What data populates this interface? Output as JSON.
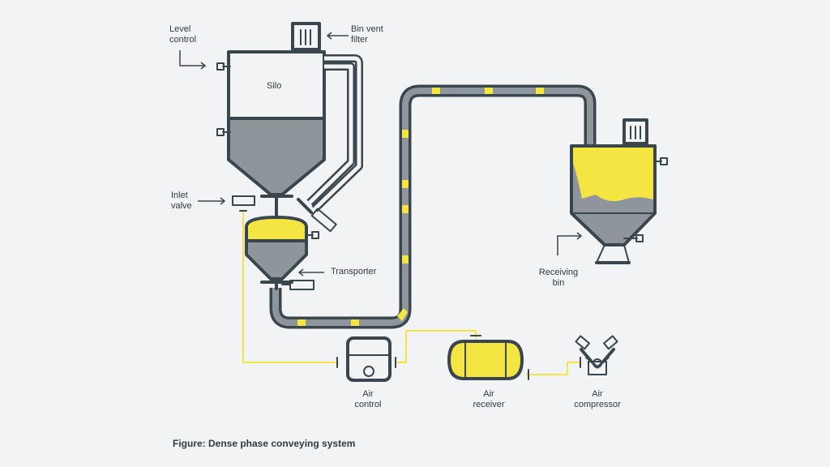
{
  "colors": {
    "background": "#f1f3f4",
    "outline": "#3a464d",
    "material": "#8f969b",
    "highlight": "#f4e542",
    "air_line": "#f4e542",
    "text": "#2f3b43"
  },
  "labels": {
    "level_control": [
      "Level",
      "control"
    ],
    "bin_vent_filter": [
      "Bin vent",
      "filter"
    ],
    "silo": "Silo",
    "inlet_valve": [
      "Inlet",
      "valve"
    ],
    "transporter": "Transporter",
    "receiving_bin": [
      "Receiving",
      "bin"
    ],
    "air_control": [
      "Air",
      "control"
    ],
    "air_receiver": [
      "Air",
      "receiver"
    ],
    "air_compressor": [
      "Air",
      "compressor"
    ]
  },
  "caption": "Figure: Dense phase conveying system"
}
